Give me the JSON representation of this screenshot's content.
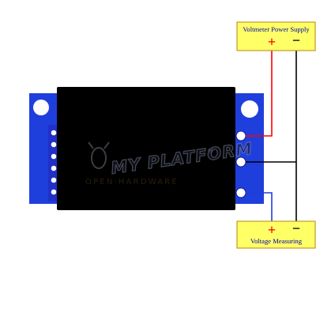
{
  "diagram": {
    "supply_box": {
      "label": "Voltmeter Power Supply",
      "plus": "+",
      "minus": "−"
    },
    "measure_box": {
      "label": "Voltage Measuring",
      "plus": "+",
      "minus": "−"
    },
    "watermark": {
      "brand": "MY PLATFORM",
      "registered": "®",
      "tagline": "OPEN·HARDWARE"
    },
    "colors": {
      "board_blue": "#1f3fdc",
      "display_black": "#000000",
      "box_fill": "#ffff66",
      "box_border": "#b8860b",
      "wire_red": "#ff0000",
      "wire_black": "#000000",
      "wire_blue": "#1f3fdc",
      "label_text": "#0000aa",
      "plus_red": "#ff0000"
    }
  }
}
